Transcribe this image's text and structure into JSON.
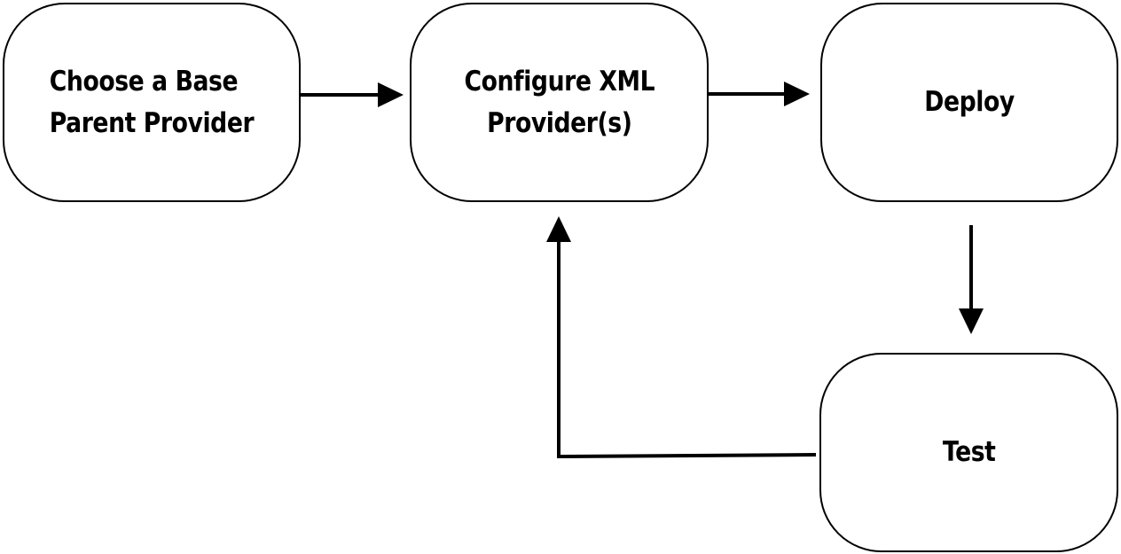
{
  "diagram": {
    "nodes": {
      "choose_base": {
        "line1": "Choose a Base",
        "line2": "Parent Provider"
      },
      "configure_xml": {
        "line1": "Configure XML",
        "line2": "Provider(s)"
      },
      "deploy": {
        "label": "Deploy"
      },
      "test": {
        "label": "Test"
      }
    },
    "colors": {
      "stroke": "#000000",
      "fill": "#ffffff"
    }
  }
}
